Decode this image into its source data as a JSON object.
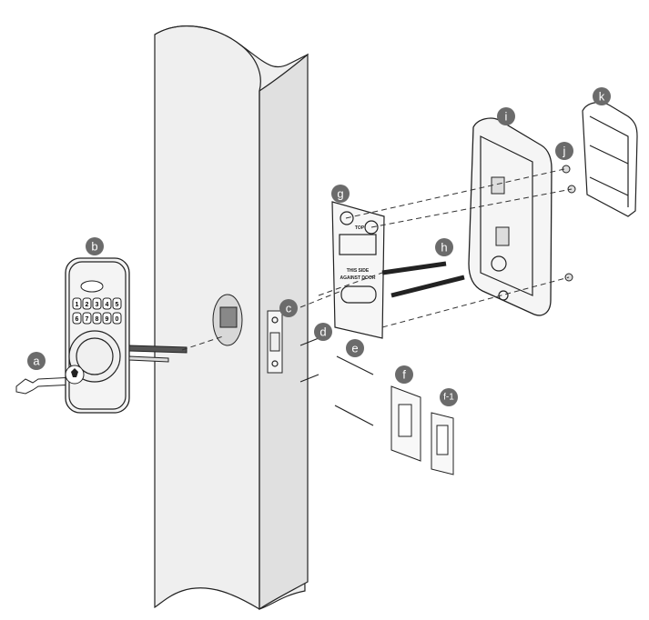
{
  "diagram": {
    "labels": {
      "a": "a",
      "b": "b",
      "c": "c",
      "d": "d",
      "e": "e",
      "f": "f",
      "f1": "f-1",
      "g": "g",
      "h": "h",
      "i": "i",
      "j": "j",
      "k": "k"
    },
    "plate_text": {
      "top": "TOP",
      "side": "THIS SIDE",
      "against": "AGAINST DOOR"
    },
    "keypad_keys": [
      "1",
      "2",
      "3",
      "4",
      "5",
      "6",
      "7",
      "8",
      "9",
      "0"
    ],
    "colors": {
      "label_bg": "#6b6b6b",
      "door_front": "#efefef",
      "door_side": "#e0e0e0",
      "line": "#222222"
    }
  }
}
